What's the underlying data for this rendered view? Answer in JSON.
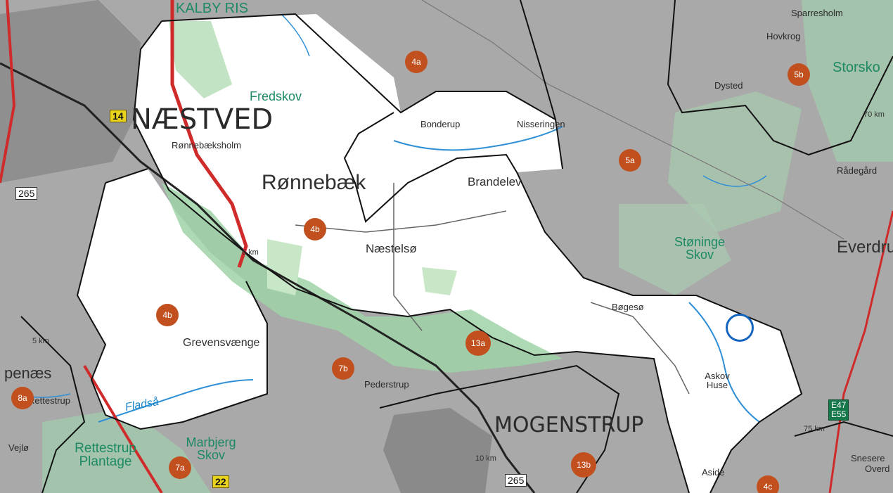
{
  "map": {
    "colors": {
      "outside": "#a9a9a9",
      "inside": "#ffffff",
      "boundary": "#111111",
      "forest": "#9fd3a8",
      "water": "#2f8fd6",
      "road_main": "#cf2b2b",
      "zone_badge": "#c2501f",
      "marker": "#1565c0",
      "urban": "#8c8c8c"
    },
    "icons": [
      "marker-circle",
      "zone-badge",
      "road-badge"
    ],
    "town_labels": [
      {
        "key": "naestved",
        "text": "NÆSTVED"
      },
      {
        "key": "ronnebaek",
        "text": "Rønnebæk"
      },
      {
        "key": "mogenstrup",
        "text": "MOGENSTRUP"
      },
      {
        "key": "everdrup",
        "text": "Everdru"
      }
    ],
    "place_labels": [
      {
        "key": "ronnebaeksholm",
        "text": "Rønnebæksholm"
      },
      {
        "key": "bonderup",
        "text": "Bonderup"
      },
      {
        "key": "nisseringen",
        "text": "Nisseringen"
      },
      {
        "key": "brandelev",
        "text": "Brandelev"
      },
      {
        "key": "naestelso",
        "text": "Næstelsø"
      },
      {
        "key": "bogeso",
        "text": "Bøgesø"
      },
      {
        "key": "askov_huse",
        "text": "Askov Huse"
      },
      {
        "key": "grevensvaenge",
        "text": "Grevensvænge"
      },
      {
        "key": "pederstrup",
        "text": "Pederstrup"
      },
      {
        "key": "rettestrup",
        "text": "Rettestrup"
      },
      {
        "key": "penaes",
        "text": "penæs"
      },
      {
        "key": "vejlo",
        "text": "Vejlø"
      },
      {
        "key": "dysted",
        "text": "Dysted"
      },
      {
        "key": "hovkrog",
        "text": "Hovkrog"
      },
      {
        "key": "sparresholm",
        "text": "Sparresholm"
      },
      {
        "key": "radegard",
        "text": "Rådegård"
      },
      {
        "key": "aside",
        "text": "Aside"
      },
      {
        "key": "snesere",
        "text": "Snesere"
      },
      {
        "key": "overdrev",
        "text": "Overd"
      }
    ],
    "forest_labels": [
      {
        "key": "kalby_ris",
        "text": "KALBY RIS"
      },
      {
        "key": "fredskov",
        "text": "Fredskov"
      },
      {
        "key": "storskov",
        "text": "Storsko"
      },
      {
        "key": "stoninge_skov",
        "text": "Støninge Skov"
      },
      {
        "key": "rettestrup_plantage",
        "text": "Rettestrup Plantage"
      },
      {
        "key": "marbjerg_skov",
        "text": "Marbjerg Skov"
      }
    ],
    "water_labels": [
      {
        "key": "fladsa",
        "text": "Fladså"
      }
    ],
    "distance_labels": [
      "6 km",
      "5 km",
      "10 km",
      "70 km",
      "75 km"
    ],
    "zones": [
      "4a",
      "5b",
      "5a",
      "4b",
      "4b",
      "13a",
      "7b",
      "8a",
      "7a",
      "13b",
      "4c"
    ],
    "roads": [
      "14",
      "265",
      "22",
      "265"
    ],
    "euro_route": [
      "E47",
      "E55"
    ]
  }
}
